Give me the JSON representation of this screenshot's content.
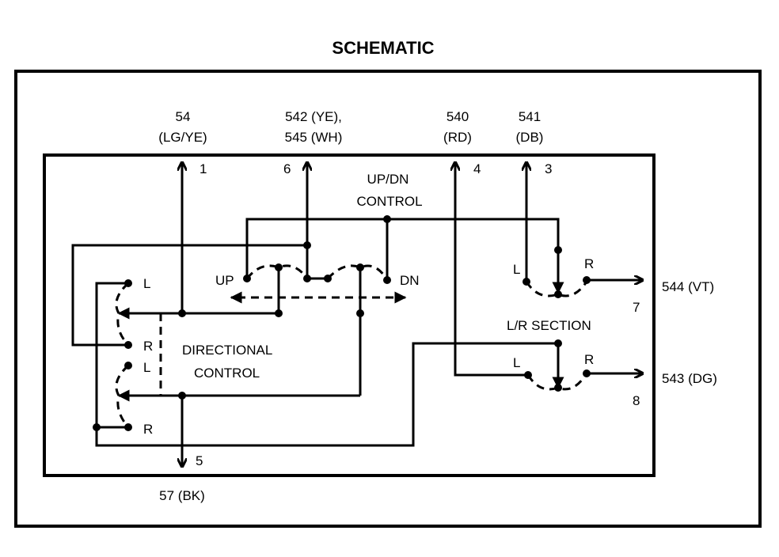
{
  "title": "SCHEMATIC",
  "terminals": {
    "t54": {
      "line1": "54",
      "line2": "(LG/YE)",
      "pin": "1"
    },
    "t542": {
      "line1": "542 (YE),",
      "line2": "545 (WH)",
      "pin": "6"
    },
    "t540": {
      "line1": "540",
      "line2": "(RD)",
      "pin": "4"
    },
    "t541": {
      "line1": "541",
      "line2": "(DB)",
      "pin": "3"
    },
    "t544": {
      "label": "544 (VT)",
      "pin": "7"
    },
    "t543": {
      "label": "543 (DG)",
      "pin": "8"
    },
    "t57": {
      "label": "57 (BK)",
      "pin": "5"
    }
  },
  "sections": {
    "updn_line1": "UP/DN",
    "updn_line2": "CONTROL",
    "directional_line1": "DIRECTIONAL",
    "directional_line2": "CONTROL",
    "lr_section": "L/R SECTION"
  },
  "contacts": {
    "up": "UP",
    "dn": "DN",
    "left": "L",
    "right": "R"
  }
}
